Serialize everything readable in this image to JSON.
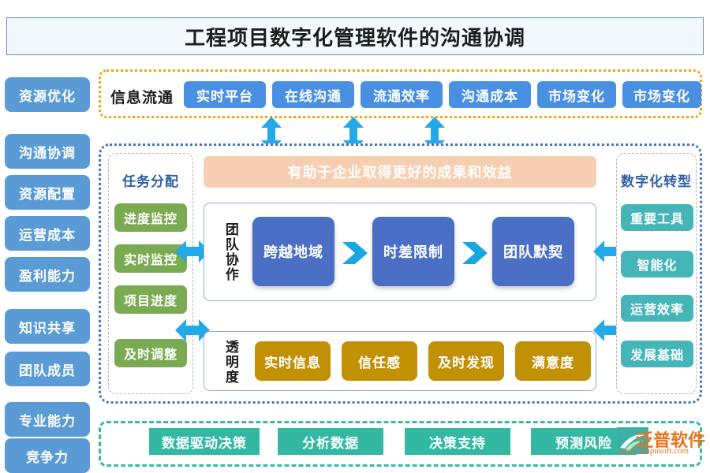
{
  "page": {
    "title": "工程项目数字化管理软件的沟通协调"
  },
  "colors": {
    "title_border": "#5b8fc9",
    "title_bg": "#f3f8fd",
    "sidebar_pill": "#5b9bd5",
    "dashed_orange": "#f0a500",
    "dashed_blue": "#4472c4",
    "dashed_teal": "#3bb8a8",
    "top_pill": "#4a90e2",
    "green_pill": "#7aab52",
    "teal_pill": "#45b5b8",
    "peach_banner": "#f6cfb2",
    "blue_box": "#4a6fc4",
    "gold_box": "#c19005",
    "bottom_box": "#33b8a4",
    "arrow_cyan": "#23a8e8",
    "watermark": "#e8731c"
  },
  "sidebar": {
    "items": [
      {
        "label": "资源优化"
      },
      {
        "label": "沟通协调"
      },
      {
        "label": "资源配置"
      },
      {
        "label": "运营成本"
      },
      {
        "label": "盈利能力"
      },
      {
        "label": "知识共享"
      },
      {
        "label": "团队成员"
      },
      {
        "label": "专业能力"
      },
      {
        "label": "竞争力"
      }
    ]
  },
  "top_section": {
    "label": "信息流通",
    "pills": [
      {
        "label": "实时平台"
      },
      {
        "label": "在线沟通"
      },
      {
        "label": "流通效率"
      },
      {
        "label": "沟通成本"
      },
      {
        "label": "市场变化"
      },
      {
        "label": "市场变化"
      }
    ]
  },
  "connectors": {
    "vertical_arrows": 3,
    "horizontal_left_arrows": 2,
    "horizontal_right_arrows": 2,
    "icon": "double-arrow-icon"
  },
  "main_section": {
    "left_panel": {
      "title": "任务分配",
      "items": [
        {
          "label": "进度监控"
        },
        {
          "label": "实时监控"
        },
        {
          "label": "项目进度"
        },
        {
          "label": "及时调整"
        }
      ]
    },
    "banner": {
      "text": "有助于企业取得更好的成果和效益"
    },
    "collaboration": {
      "label": "团队协作",
      "steps": [
        {
          "label": "跨越地域"
        },
        {
          "label": "时差限制"
        },
        {
          "label": "团队默契"
        }
      ]
    },
    "transparency": {
      "label": "透明度",
      "items": [
        {
          "label": "实时信息"
        },
        {
          "label": "信任感"
        },
        {
          "label": "及时发现"
        },
        {
          "label": "满意度"
        }
      ]
    },
    "right_panel": {
      "title": "数字化转型",
      "items": [
        {
          "label": "重要工具"
        },
        {
          "label": "智能化"
        },
        {
          "label": "运营效率"
        },
        {
          "label": "发展基础"
        }
      ]
    }
  },
  "bottom_section": {
    "items": [
      {
        "label": "数据驱动决策"
      },
      {
        "label": "分析数据"
      },
      {
        "label": "决策支持"
      },
      {
        "label": "预测风险"
      }
    ]
  },
  "watermark": {
    "name": "泛普软件",
    "url": "www.fanpusoft.com"
  }
}
